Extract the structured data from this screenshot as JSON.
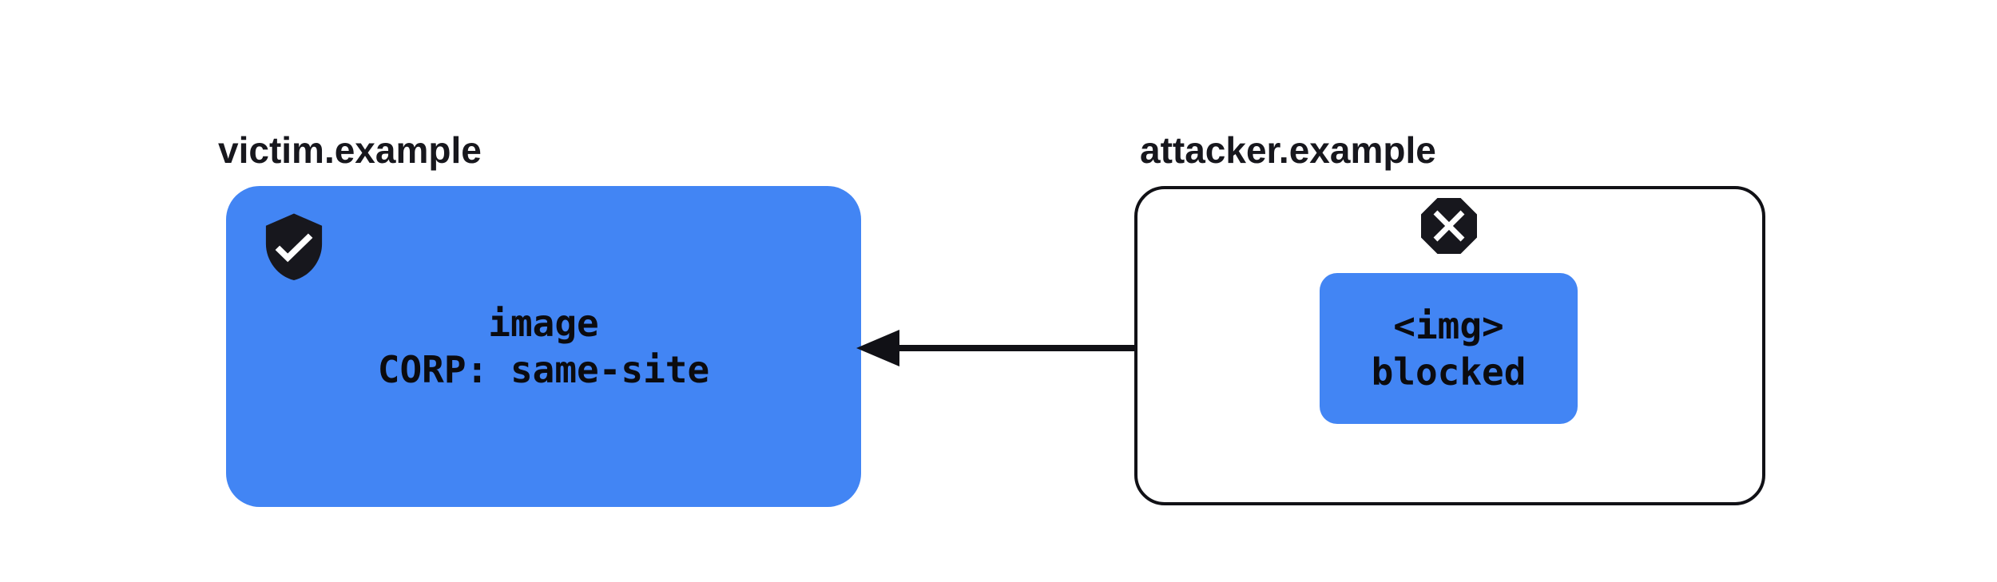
{
  "victim": {
    "domain_label": "victim.example",
    "box_lines": {
      "line1": "image",
      "line2": "CORP: same-site"
    },
    "icon": "shield-check-icon"
  },
  "attacker": {
    "domain_label": "attacker.example",
    "box_lines": {
      "line1": "<img>",
      "line2": "blocked"
    },
    "icon": "blocked-octagon-icon"
  },
  "arrow": {
    "direction": "right-to-left",
    "meaning": "image request from attacker page to victim resource"
  },
  "colors": {
    "accent_blue": "#4285F4",
    "icon_dark": "#17171D",
    "line_black": "#111116",
    "text_black": "#0B0B0F",
    "background": "#FFFFFF"
  }
}
